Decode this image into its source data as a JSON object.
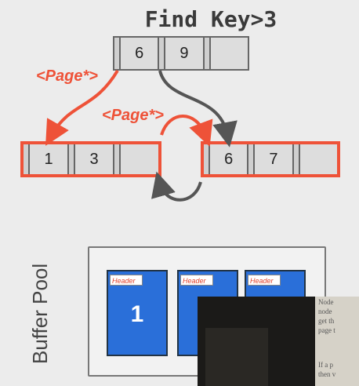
{
  "title": "Find Key>3",
  "root": {
    "keys": [
      "6",
      "9",
      ""
    ]
  },
  "leaves": [
    {
      "keys": [
        "1",
        "3",
        ""
      ]
    },
    {
      "keys": [
        "6",
        "7",
        ""
      ]
    }
  ],
  "labels": {
    "page_ptr_1": "<Page*>",
    "page_ptr_2": "<Page*>"
  },
  "colors": {
    "highlight": "#ee5238",
    "page": "#2a6fd9",
    "arrow_gray": "#555555"
  },
  "buffer_pool": {
    "label": "Buffer Pool",
    "pages": [
      {
        "header": "Header",
        "value": "1"
      },
      {
        "header": "Header",
        "value": ""
      },
      {
        "header": "Header",
        "value": ""
      }
    ]
  },
  "video_overlay": {
    "text_lines": [
      "Node",
      "node",
      "get th",
      "page t",
      "If a p",
      "then v"
    ]
  }
}
